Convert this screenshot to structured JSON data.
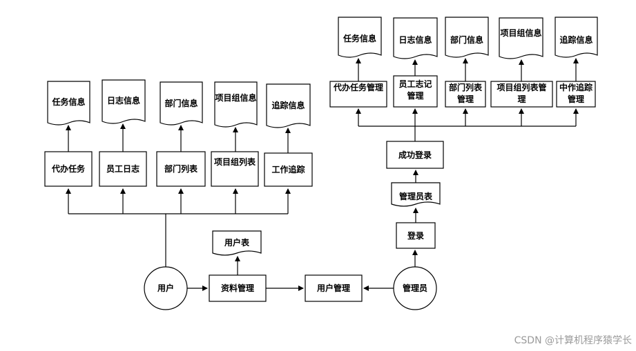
{
  "left": {
    "docs": [
      "任务信息",
      "日志信息",
      "部门信息",
      "项目组信息",
      "追踪信息"
    ],
    "functions": [
      "代办任务",
      "员工日志",
      "部门列表",
      "项目组列表",
      "工作追踪"
    ]
  },
  "right": {
    "docs": [
      "任务信息",
      "日志信息",
      "部门信息",
      "项目组信息",
      "追踪信息"
    ],
    "functions": [
      "代办任务管理",
      "员工志记管理",
      "部门列表管理",
      "项目组列表管理",
      "中作追踪管理"
    ],
    "login_success": "成功登录",
    "admin_table": "管理员表",
    "login": "登录"
  },
  "bottom": {
    "user": "用户",
    "data_mgmt": "资料管理",
    "user_table": "用户表",
    "user_mgmt": "用户管理",
    "admin": "管理员"
  },
  "watermark": "CSDN @计算机程序猿学长"
}
